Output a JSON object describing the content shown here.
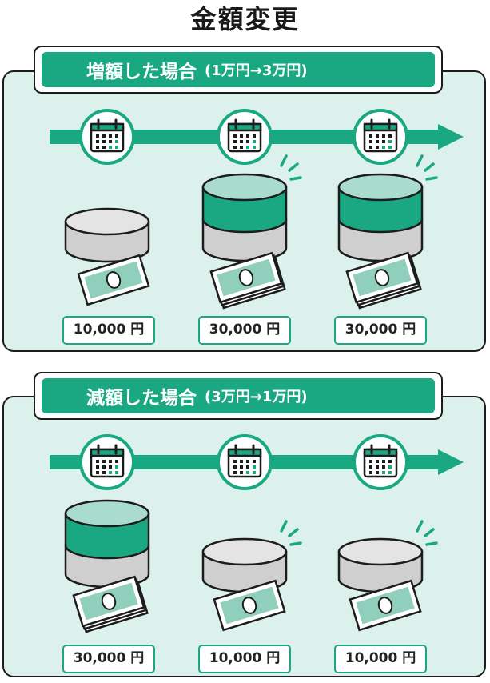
{
  "title": "金額変更",
  "sections": [
    {
      "heading": "増額した場合",
      "subheading": "(1万円→3万円)",
      "amounts": [
        "10,000 円",
        "30,000 円",
        "30,000 円"
      ]
    },
    {
      "heading": "減額した場合",
      "subheading": "(3万円→1万円)",
      "amounts": [
        "30,000 円",
        "10,000 円",
        "10,000 円"
      ]
    }
  ],
  "icons": [
    "calendar-icon",
    "coin-stack-icon",
    "banknote-icon",
    "sparkle-icon",
    "arrow-icon"
  ],
  "colors": {
    "accent": "#1aa882",
    "panel_bg": "#dcf1ec",
    "coin_gray": "#cfcfcf",
    "coin_light": "#a9dccf",
    "bill_green": "#8fcfbb"
  }
}
